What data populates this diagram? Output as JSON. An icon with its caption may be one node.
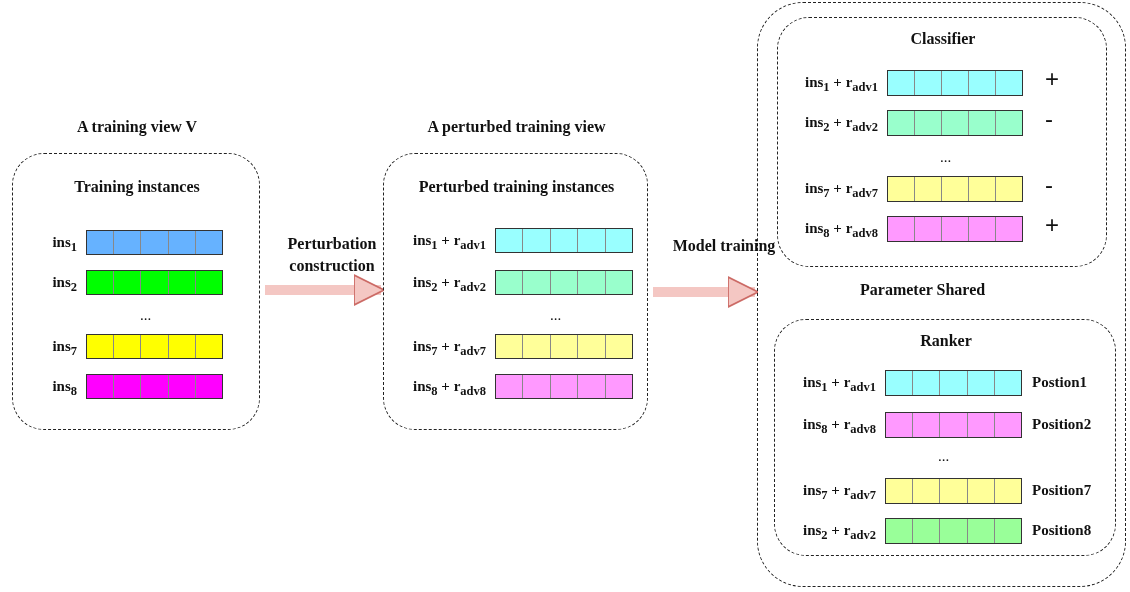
{
  "diagram": {
    "nodes": [
      {
        "text": [
          "A training view V",
          "Training instances"
        ]
      },
      {
        "text": [],
        "shape": "bar",
        "in": 0,
        "beside": [
          "ins$_{1}$"
        ]
      },
      {
        "text": [],
        "shape": "bar",
        "in": 0,
        "beside": [
          "ins$_{2}$"
        ]
      },
      {
        "text": [],
        "shape": "bar",
        "in": 0,
        "beside": [
          "ins$_{7}$"
        ]
      },
      {
        "text": [],
        "shape": "bar",
        "in": 0,
        "beside": [
          "ins$_{8}$"
        ]
      },
      {
        "text": [
          "A perturbed training view",
          "Perturbed training instances"
        ]
      },
      {
        "text": [],
        "shape": "bar",
        "in": 5,
        "beside": [
          "ins$_{1}$ + r$_{adv1}$"
        ]
      },
      {
        "text": [],
        "shape": "bar",
        "in": 5,
        "beside": [
          "ins$_{2}$ + r$_{adv2}$"
        ]
      },
      {
        "text": [],
        "shape": "bar",
        "in": 5,
        "beside": [
          "ins$_{7}$ + r$_{adv7}$"
        ]
      },
      {
        "text": [],
        "shape": "bar",
        "in": 5,
        "beside": [
          "ins$_{8}$ + r$_{adv8}$"
        ]
      },
      {
        "text": [],
        "shape": "box"
      },
      {
        "text": [
          "Classifier"
        ],
        "in": 10
      },
      {
        "text": [],
        "shape": "bar",
        "in": 11,
        "beside": [
          "ins$_{1}$ + r$_{adv1}$",
          "+"
        ]
      },
      {
        "text": [],
        "shape": "bar",
        "in": 11,
        "beside": [
          "ins$_{2}$ + r$_{adv2}$",
          "-"
        ]
      },
      {
        "text": [],
        "shape": "bar",
        "in": 11,
        "beside": [
          "ins$_{7}$ + r$_{adv7}$",
          "-"
        ]
      },
      {
        "text": [],
        "shape": "bar",
        "in": 11,
        "beside": [
          "ins$_{8}$ + r$_{adv8}$",
          "+"
        ]
      },
      {
        "text": [
          "Ranker"
        ],
        "in": 10
      },
      {
        "text": [],
        "shape": "bar",
        "in": 16,
        "beside": [
          "ins$_{1}$ + r$_{adv1}$",
          "Postion1"
        ]
      },
      {
        "text": [],
        "shape": "bar",
        "in": 16,
        "beside": [
          "ins$_{8}$ + r$_{adv8}$",
          "Position2"
        ]
      },
      {
        "text": [],
        "shape": "bar",
        "in": 16,
        "beside": [
          "ins$_{7}$ + r$_{adv7}$",
          "Position7"
        ]
      },
      {
        "text": [],
        "shape": "bar",
        "in": 16,
        "beside": [
          "ins$_{2}$ + r$_{adv2}$",
          "Position8"
        ]
      }
    ],
    "edges": [
      {
        "from": 0,
        "to": 5,
        "arrow": "to",
        "label": "Perturbation construction"
      },
      {
        "from": 5,
        "to": 10,
        "arrow": "to",
        "label": "Model training"
      }
    ],
    "labels": [
      "...",
      "...",
      "...",
      "Parameter Shared",
      "..."
    ]
  }
}
